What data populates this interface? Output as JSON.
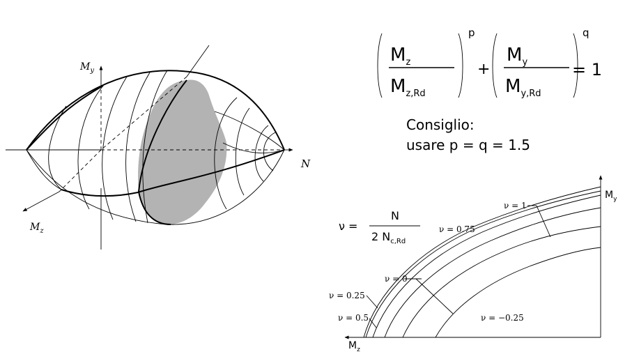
{
  "surface": {
    "axis_n": "N",
    "axis_my": "M",
    "axis_my_sub": "y",
    "axis_mz": "M",
    "axis_mz_sub": "z",
    "shaded_color": "#b3b3b3"
  },
  "formula": {
    "m": "M",
    "sub_z": "z",
    "sub_zrd": "z,Rd",
    "sub_y": "y",
    "sub_yrd": "y,Rd",
    "exp_p": "p",
    "exp_q": "q",
    "plus": "+",
    "equals": "= 1"
  },
  "advice": {
    "line1": "Consiglio:",
    "line2": "usare p = q = 1.5"
  },
  "nu_formula": {
    "lhs": "ν =",
    "num": "N",
    "den": "2 N",
    "den_sub": "c,Rd"
  },
  "chart": {
    "axis_my": "M",
    "axis_my_sub": "y",
    "axis_mz": "M",
    "axis_mz_sub": "z",
    "curves": [
      {
        "label": "ν = 1"
      },
      {
        "label": "ν = 0.75"
      },
      {
        "label": "ν = 0"
      },
      {
        "label": "ν = 0.25"
      },
      {
        "label": "ν = 0.5"
      },
      {
        "label": "ν = −0.25"
      }
    ]
  }
}
